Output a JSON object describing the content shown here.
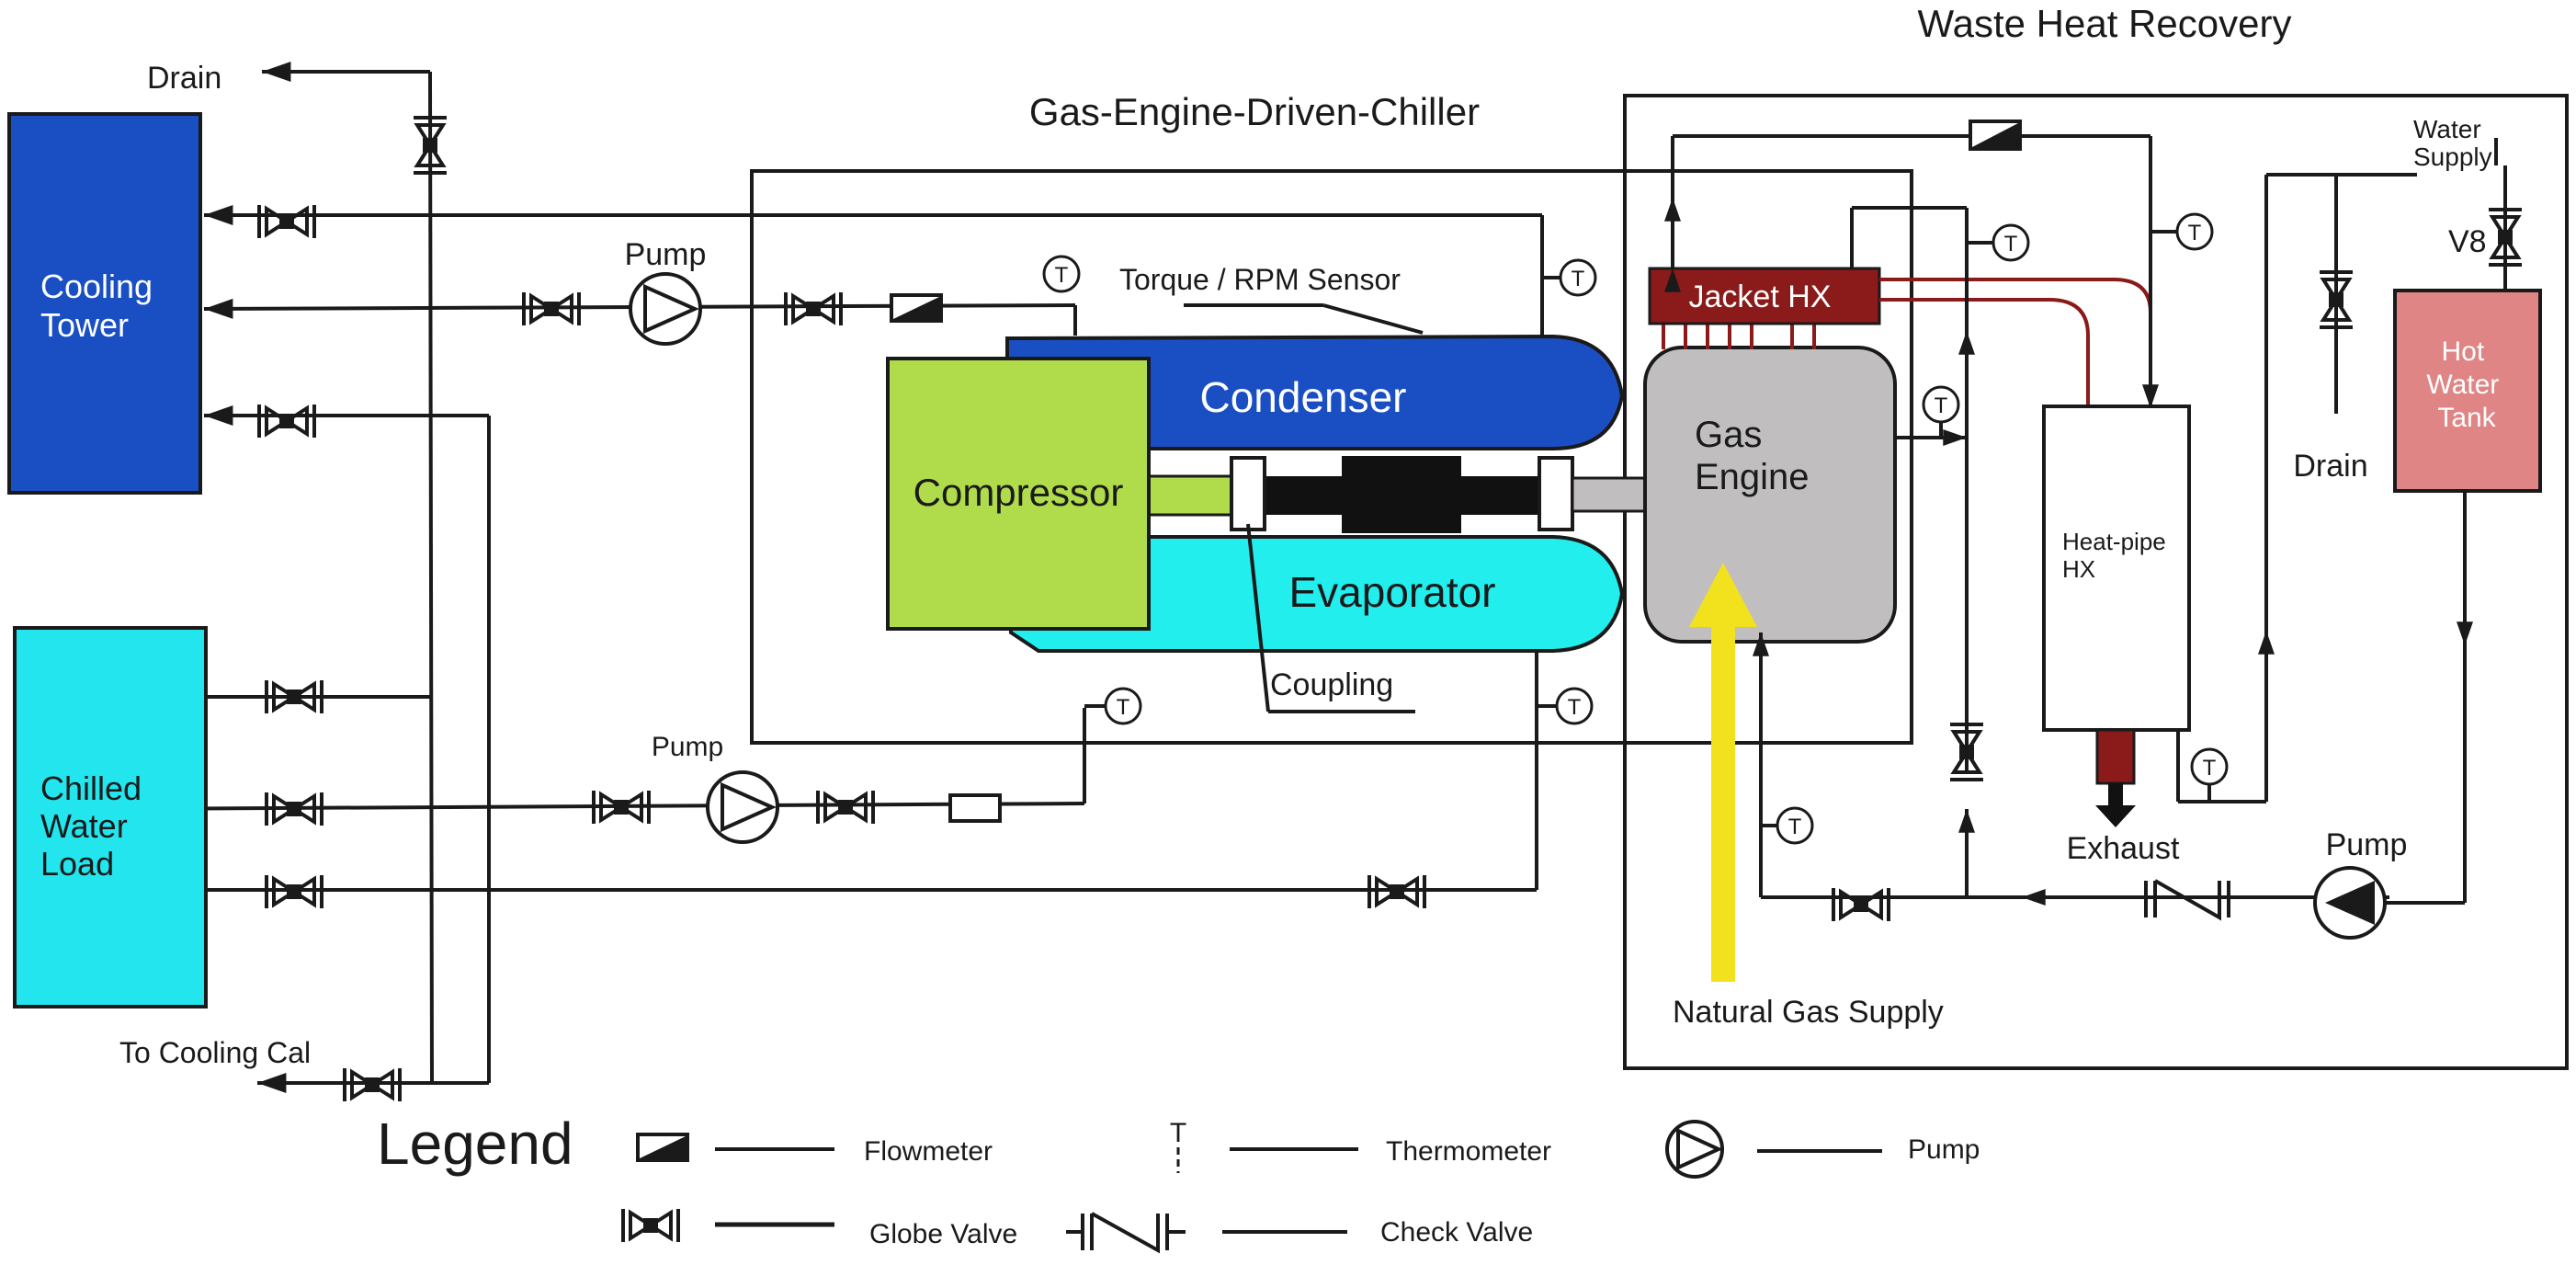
{
  "titles": {
    "waste_heat": "Waste Heat Recovery",
    "chiller": "Gas-Engine-Driven-Chiller",
    "legend": "Legend"
  },
  "components": {
    "cooling_tower": "Cooling\nTower",
    "chilled_water_load": "Chilled\nWater\nLoad",
    "compressor": "Compressor",
    "condenser": "Condenser",
    "evaporator": "Evaporator",
    "gas_engine": "Gas\nEngine",
    "jacket_hx": "Jacket HX",
    "heat_pipe_hx": "Heat-pipe\nHX",
    "hot_water_tank": "Hot\nWater\nTank"
  },
  "labels": {
    "drain_top": "Drain",
    "pump_top": "Pump",
    "torque_sensor": "Torque / RPM Sensor",
    "coupling": "Coupling",
    "pump_mid": "Pump",
    "to_cooling_cal": "To Cooling Cal",
    "natural_gas": "Natural Gas Supply",
    "exhaust": "Exhaust",
    "pump_right": "Pump",
    "drain_right": "Drain",
    "water_supply": "Water\nSupply",
    "v8": "V8"
  },
  "thermometer_symbol": "T",
  "legend_items": {
    "flowmeter": "Flowmeter",
    "thermometer": "Thermometer",
    "pump": "Pump",
    "globe_valve": "Globe Valve",
    "check_valve": "Check Valve"
  },
  "colors": {
    "cooling_tower": "#1a4fc4",
    "chilled_water_load": "#22e5ee",
    "compressor": "#b0dc4c",
    "condenser": "#1a4fc4",
    "evaporator": "#22eeee",
    "gas_engine": "#c0bebe",
    "jacket_hx": "#8b1a1a",
    "hot_water_tank": "#e08585",
    "gas_arrow": "#f2e21e",
    "hot_pipe": "#8b1a1a",
    "exhaust": "#8b1a1a"
  }
}
